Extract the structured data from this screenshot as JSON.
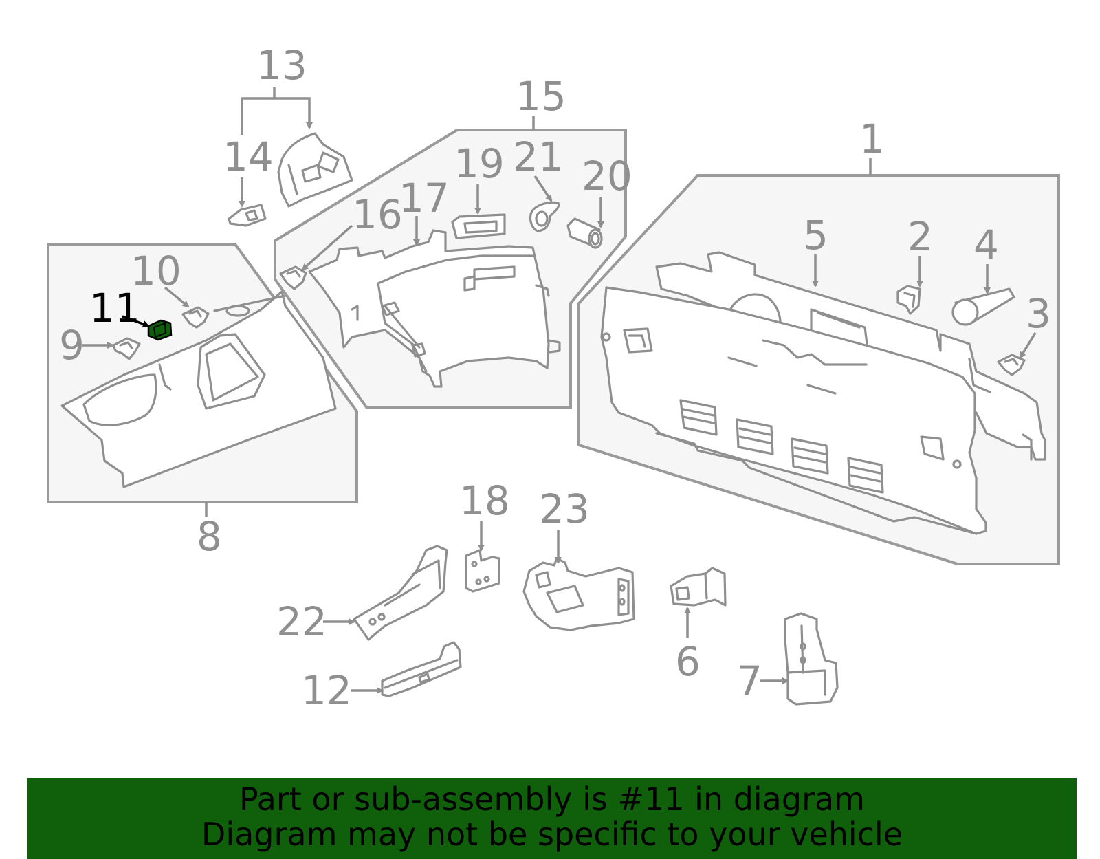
{
  "diagram": {
    "highlighted_part": "11",
    "highlight_color": "#0f5f0b",
    "callouts": {
      "c1": "1",
      "c2": "2",
      "c3": "3",
      "c4": "4",
      "c5": "5",
      "c6": "6",
      "c7": "7",
      "c8": "8",
      "c9": "9",
      "c10": "10",
      "c11": "11",
      "c12": "12",
      "c13": "13",
      "c14": "14",
      "c15": "15",
      "c16": "16",
      "c17": "17",
      "c18": "18",
      "c19": "19",
      "c20": "20",
      "c21": "21",
      "c22": "22",
      "c23": "23"
    }
  },
  "banner": {
    "line1": "Part or sub-assembly is #11 in diagram",
    "line2": "Diagram may not be specific to your vehicle",
    "background": "#0f5f0b"
  }
}
